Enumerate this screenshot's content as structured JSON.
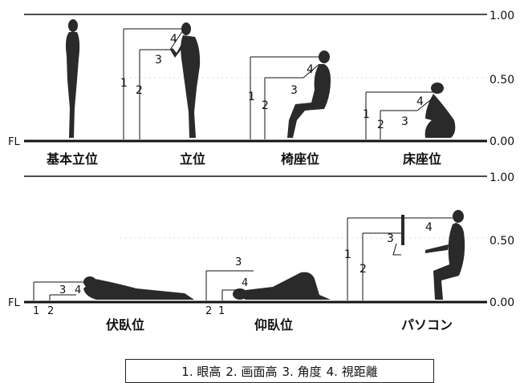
{
  "scale_ticks": {
    "top": [
      "1.00",
      "0.50",
      "0.00"
    ],
    "bottom": [
      "1.00",
      "0.50",
      "0.00"
    ]
  },
  "floor_label": "FL",
  "postures_top": [
    {
      "name": "基本立位"
    },
    {
      "name": "立位"
    },
    {
      "name": "椅座位"
    },
    {
      "name": "床座位"
    }
  ],
  "postures_bottom": [
    {
      "name": "伏臥位"
    },
    {
      "name": "仰臥位"
    },
    {
      "name": "パソコン"
    }
  ],
  "dim_numbers": [
    "1",
    "2",
    "3",
    "4"
  ],
  "legend": [
    {
      "num": "1.",
      "text": "眼高"
    },
    {
      "num": "2.",
      "text": "画面高"
    },
    {
      "num": "3.",
      "text": "角度"
    },
    {
      "num": "4.",
      "text": "視距離"
    }
  ],
  "colors": {
    "figure": "#2a2a2a",
    "line": "#111111",
    "guide": "#bbbbbb"
  }
}
